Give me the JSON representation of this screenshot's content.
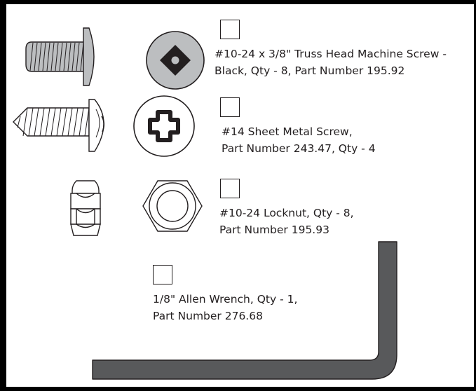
{
  "colors": {
    "ink": "#231f20",
    "gray_fill": "#bcbec0",
    "wrench": "#58595b",
    "frame": "#000000"
  },
  "parts": [
    {
      "icon": "truss-head-screw-icon",
      "line1": "#10-24 x 3/8\" Truss Head Machine Screw -",
      "line2": "Black, Qty - 8, Part Number 195.92"
    },
    {
      "icon": "sheet-metal-screw-icon",
      "line1": "#14 Sheet Metal Screw,",
      "line2": "Part Number 243.47, Qty - 4"
    },
    {
      "icon": "locknut-icon",
      "line1": "#10-24 Locknut, Qty - 8,",
      "line2": "Part Number 195.93"
    },
    {
      "icon": "allen-wrench-icon",
      "line1": "1/8\" Allen Wrench, Qty - 1,",
      "line2": "Part Number 276.68"
    }
  ]
}
